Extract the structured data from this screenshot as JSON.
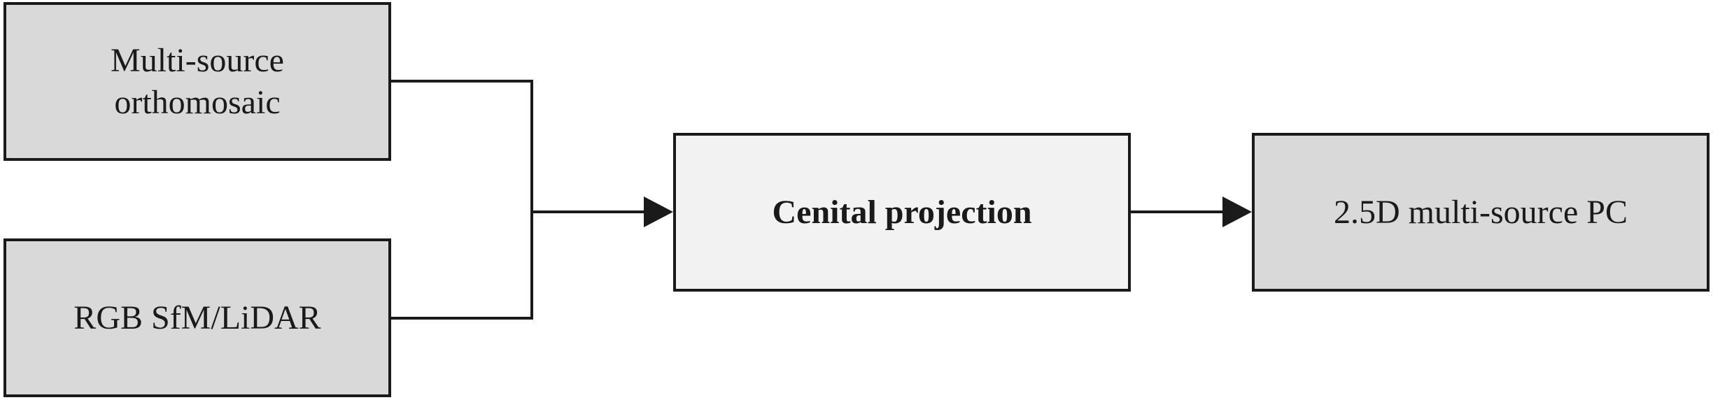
{
  "nodes": {
    "orthomosaic": {
      "line1": "Multi-source",
      "line2": "orthomosaic",
      "fill": "#d9d9d9"
    },
    "rgb": {
      "label": "RGB SfM/LiDAR",
      "fill": "#d9d9d9"
    },
    "projection": {
      "label": "Cenital projection",
      "fill": "#f2f2f2"
    },
    "pointcloud": {
      "label": "2.5D multi-source PC",
      "fill": "#d9d9d9"
    }
  },
  "edges": [
    {
      "from": "orthomosaic",
      "to": "projection"
    },
    {
      "from": "rgb",
      "to": "projection"
    },
    {
      "from": "projection",
      "to": "pointcloud"
    }
  ],
  "colors": {
    "stroke": "#1a1a1a"
  }
}
